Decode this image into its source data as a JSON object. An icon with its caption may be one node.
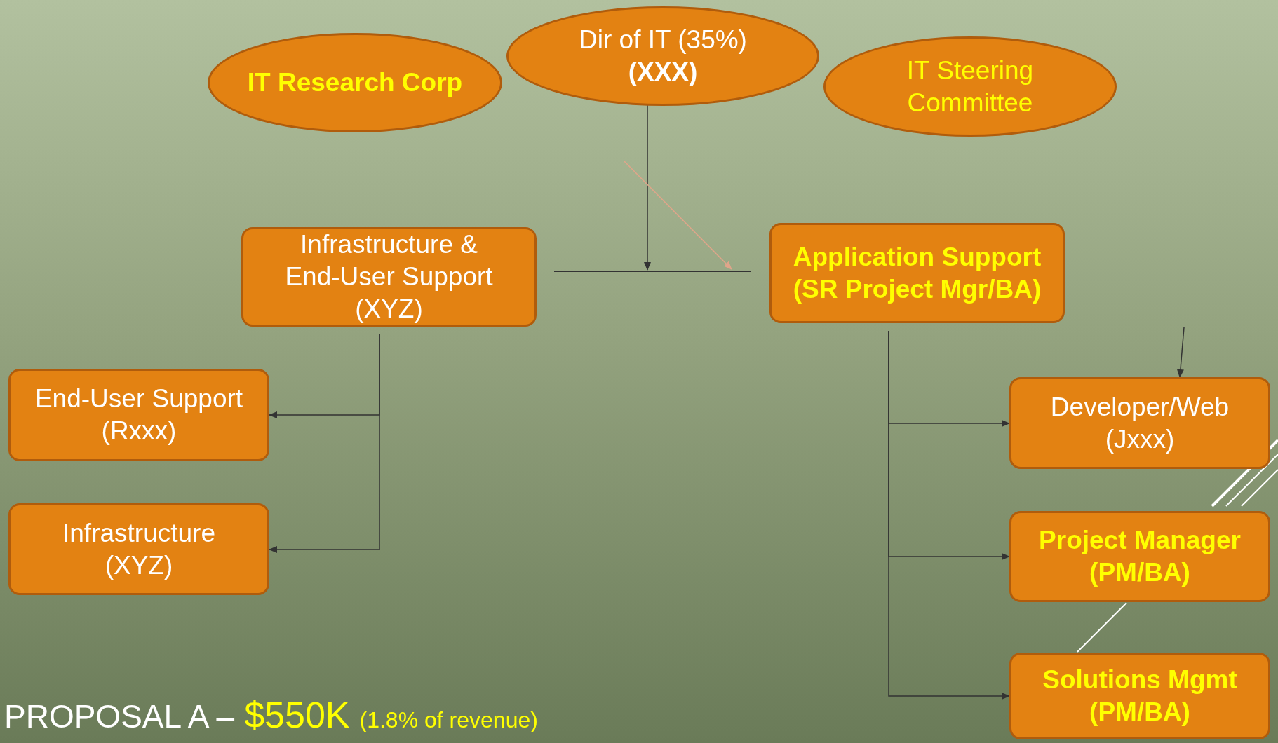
{
  "diagram": {
    "nodes": [
      {
        "text": [
          "IT Research Corp"
        ]
      },
      {
        "text": [
          "Dir of IT (35%) **(XXX)**"
        ]
      },
      {
        "text": [
          "IT Steering Committee"
        ]
      },
      {
        "text": [
          "Infrastructure & End-User Support (XYZ)"
        ]
      },
      {
        "text": [
          "Application Support (SR Project Mgr/BA)"
        ]
      },
      {
        "text": [
          "End-User Support (Rxxx)"
        ]
      },
      {
        "text": [
          "Developer/Web (Jxxx)"
        ]
      },
      {
        "text": [
          "Infrastructure (XYZ)"
        ]
      },
      {
        "text": [
          "Project Manager (PM/BA)"
        ]
      },
      {
        "text": [
          "Solutions Mgmt (PM/BA)"
        ]
      },
      {
        "text": [],
        "shape": "bar"
      }
    ],
    "edges": [
      {
        "from": 1,
        "to": 10,
        "arrow": "to"
      },
      {
        "from": null,
        "to": 10,
        "arrow": "to",
        "color": "#e0a58a"
      },
      {
        "from": 3,
        "to": 5,
        "arrow": "to"
      },
      {
        "from": 3,
        "to": 7,
        "arrow": "to"
      },
      {
        "from": 4,
        "to": 6,
        "arrow": "to"
      },
      {
        "from": 4,
        "to": 8,
        "arrow": "to"
      },
      {
        "from": 4,
        "to": 9,
        "arrow": "to"
      },
      {
        "from": null,
        "to": 6,
        "arrow": "to"
      }
    ],
    "labels": [
      "PROPOSAL A –",
      "$550K",
      "(1.8% of revenue)"
    ]
  }
}
